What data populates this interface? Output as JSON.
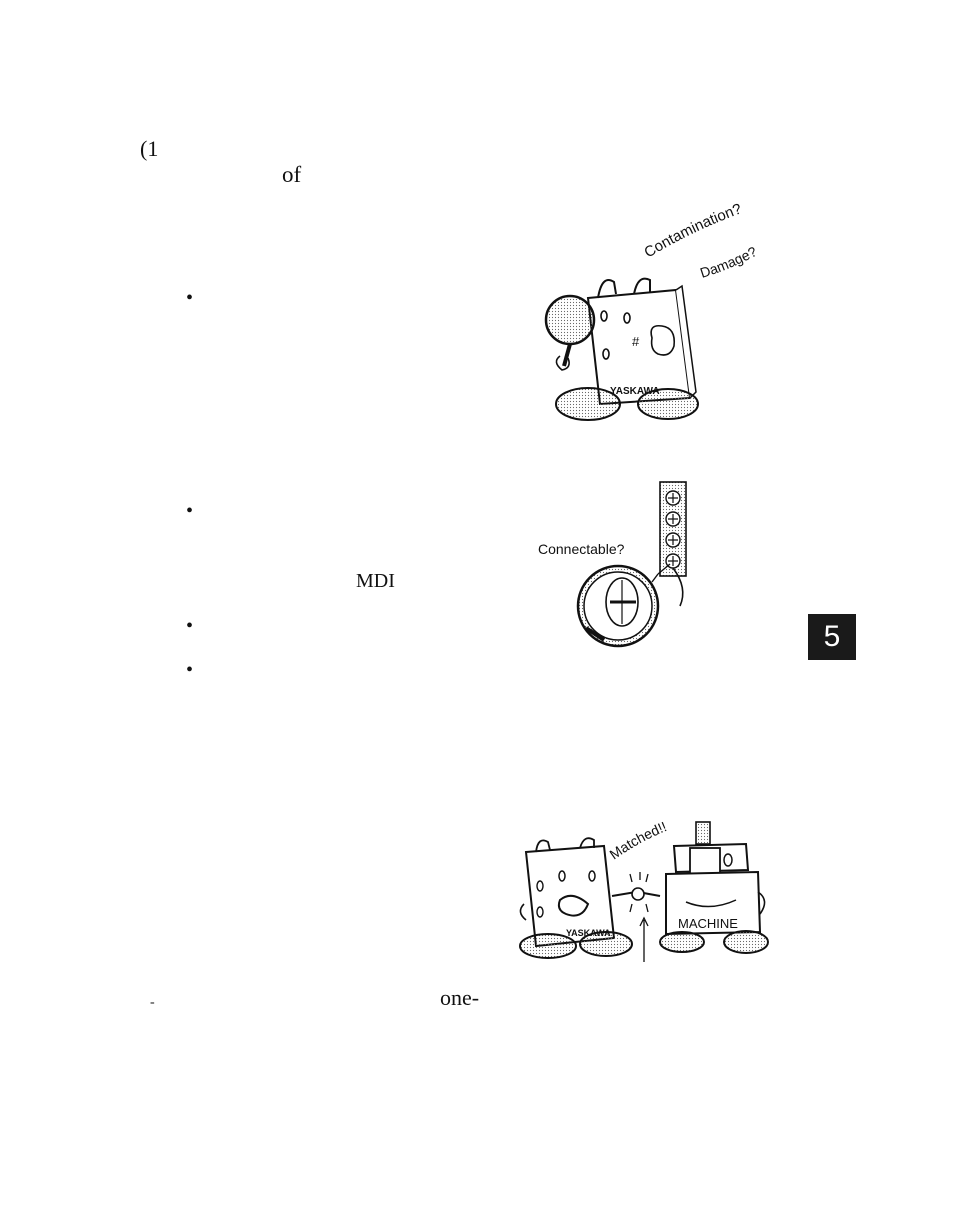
{
  "page": {
    "fragments": {
      "paren_one": "(1",
      "of": "of",
      "mdi": "MDI",
      "one_dash": "one-",
      "small_mark": "-"
    },
    "bullets": [
      "•",
      "•",
      "•",
      "•"
    ],
    "chapter_tab": "5"
  },
  "figures": {
    "inspection": {
      "label_1": "Contamination?",
      "label_2": "Damage?",
      "logo": "YASKAWA",
      "symbol": "#"
    },
    "connection": {
      "label": "Connectable?"
    },
    "matching": {
      "label": "Matched!!",
      "machine": "MACHINE",
      "logo": "YASKAWA"
    }
  }
}
